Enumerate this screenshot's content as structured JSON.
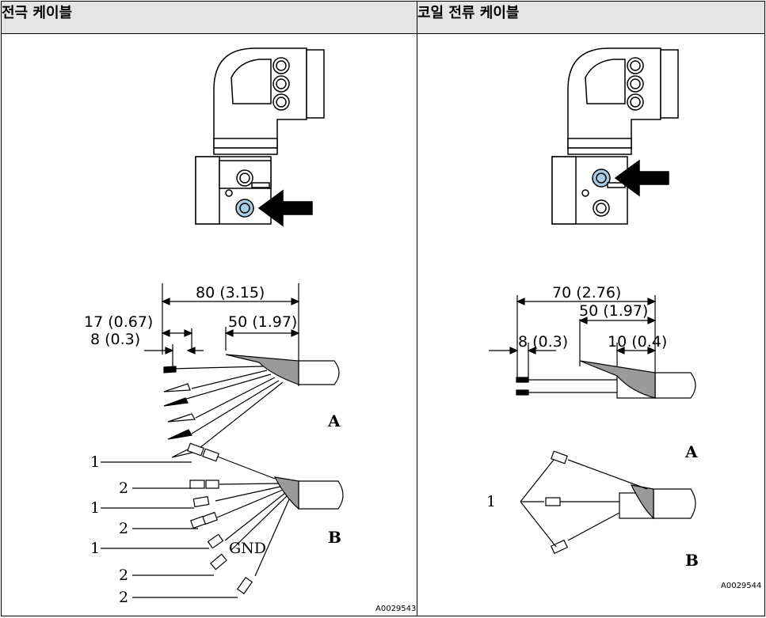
{
  "headers": {
    "left": "전극 케이블",
    "right": "코일 전류 케이블"
  },
  "left": {
    "dims": {
      "d80": "80 (3.15)",
      "d17": "17 (0.67)",
      "d50": "50 (1.97)",
      "d8": "8 (0.3)"
    },
    "label_a": "A",
    "label_b": "B",
    "wire_labels": [
      "1",
      "2",
      "1",
      "2",
      "1",
      "2",
      "2"
    ],
    "gnd": "GND",
    "code": "A0029543"
  },
  "right": {
    "dims": {
      "d70": "70 (2.76)",
      "d50": "50 (1.97)",
      "d8": "8 (0.3)",
      "d10": "10 (0.4)"
    },
    "label_a": "A",
    "label_b": "B",
    "wire_label": "1",
    "code": "A0029544"
  },
  "colors": {
    "header_bg": "#e5e5e5",
    "port_blue": "#a9cbe3",
    "cable_grey": "#9a9a9a"
  }
}
